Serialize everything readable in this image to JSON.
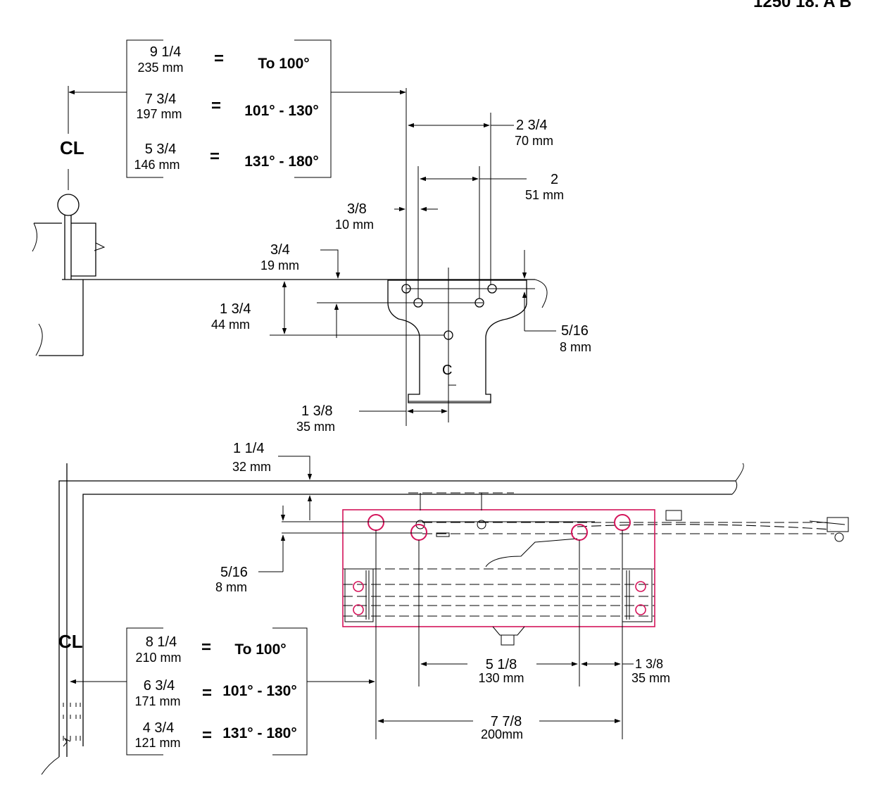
{
  "header": {
    "model_code": "1250 18. A B"
  },
  "parallel_arm": {
    "table": [
      {
        "inch": "9 1/4",
        "mm": "235 mm",
        "eq": "=",
        "angle": "To 100°"
      },
      {
        "inch": "7 3/4",
        "mm": "197 mm",
        "eq": "=",
        "angle": "101° - 130°"
      },
      {
        "inch": "5 3/4",
        "mm": "146 mm",
        "eq": "=",
        "angle": "131° - 180°"
      }
    ],
    "centerline": "CL",
    "bracket_centerline": "C",
    "dims": {
      "d1": {
        "inch": "2 3/4",
        "mm": "70 mm"
      },
      "d2": {
        "inch": "2",
        "mm": "51 mm"
      },
      "d3": {
        "inch": "3/8",
        "mm": "10 mm"
      },
      "d4": {
        "inch": "3/4",
        "mm": "19 mm"
      },
      "d5": {
        "inch": "1 3/4",
        "mm": "44 mm"
      },
      "d6": {
        "inch": "5/16",
        "mm": "8 mm"
      },
      "d7": {
        "inch": "1 3/8",
        "mm": "35 mm"
      }
    }
  },
  "closer": {
    "table": [
      {
        "inch": "8 1/4",
        "mm": "210 mm",
        "eq": "=",
        "angle": "To 100°"
      },
      {
        "inch": "6 3/4",
        "mm": "171 mm",
        "eq": "=",
        "angle": "101° - 130°"
      },
      {
        "inch": "4 3/4",
        "mm": "121 mm",
        "eq": "=",
        "angle": "131° - 180°"
      }
    ],
    "centerline": "CL",
    "dims": {
      "d1": {
        "inch": "1 1/4",
        "mm": "32 mm"
      },
      "d2": {
        "inch": "5/16",
        "mm": "8 mm"
      },
      "d3": {
        "inch": "5 1/8",
        "mm": "130 mm"
      },
      "d4": {
        "inch": "1 3/8",
        "mm": "35 mm"
      },
      "d5": {
        "inch": "7 7/8",
        "mm": "200mm"
      }
    },
    "highlight_color": "#d4145a"
  }
}
